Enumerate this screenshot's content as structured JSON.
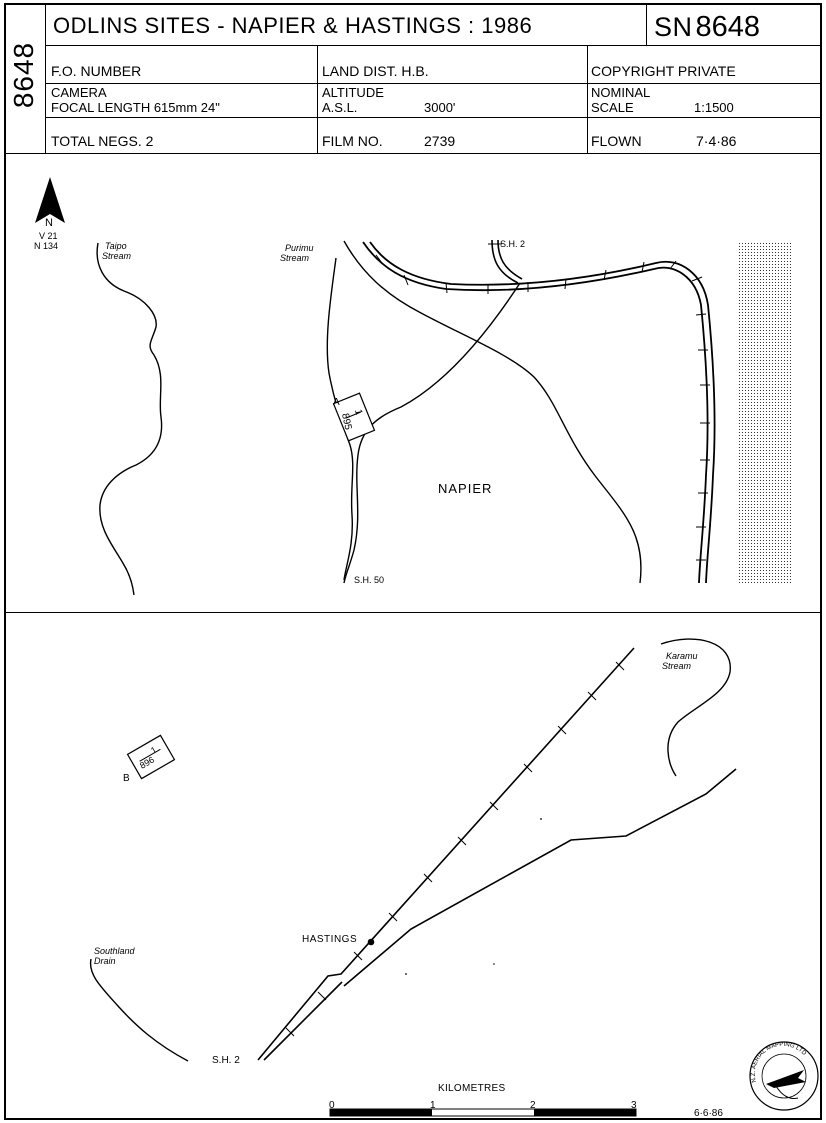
{
  "header": {
    "side_number": "8648",
    "title": "ODLINS SITES - NAPIER & HASTINGS : 1986",
    "sn_prefix": "SN",
    "sn_number": "8648",
    "fo_number_label": "F.O. NUMBER",
    "land_dist": "LAND DIST. H.B.",
    "copyright": "COPYRIGHT PRIVATE",
    "camera_label": "CAMERA",
    "focal_length": "FOCAL LENGTH 615mm 24\"",
    "altitude_label": "ALTITUDE",
    "asl_label": "A.S.L.",
    "altitude_value": "3000'",
    "nominal_label": "NOMINAL",
    "scale_label": "SCALE",
    "scale_value": "1:1500",
    "total_negs": "TOTAL NEGS. 2",
    "film_no_label": "FILM NO.",
    "film_no_value": "2739",
    "flown_label": "FLOWN",
    "flown_value": "7·4·86"
  },
  "map_top": {
    "north": "N",
    "grid_ref_1": "V 21",
    "grid_ref_2": "N 134",
    "taipo_1": "Taipo",
    "taipo_2": "Stream",
    "purimu_1": "Purimu",
    "purimu_2": "Stream",
    "sh2": "S.H. 2",
    "sh50": "S.H. 50",
    "napier": "NAPIER",
    "photo_a_letter": "A",
    "photo_a_top": "1",
    "photo_a_bottom": "895"
  },
  "map_bottom": {
    "karamu_1": "Karamu",
    "karamu_2": "Stream",
    "photo_b_letter": "B",
    "photo_b_top": "1",
    "photo_b_bottom": "896",
    "hastings": "HASTINGS",
    "southland_1": "Southland",
    "southland_2": "Drain",
    "sh2": "S.H. 2",
    "scale_title": "KILOMETRES",
    "scale_ticks": [
      "0",
      "1",
      "2",
      "3"
    ],
    "date": "6·6·86",
    "seal_text": "N.Z. AERIAL MAPPING LTD"
  }
}
